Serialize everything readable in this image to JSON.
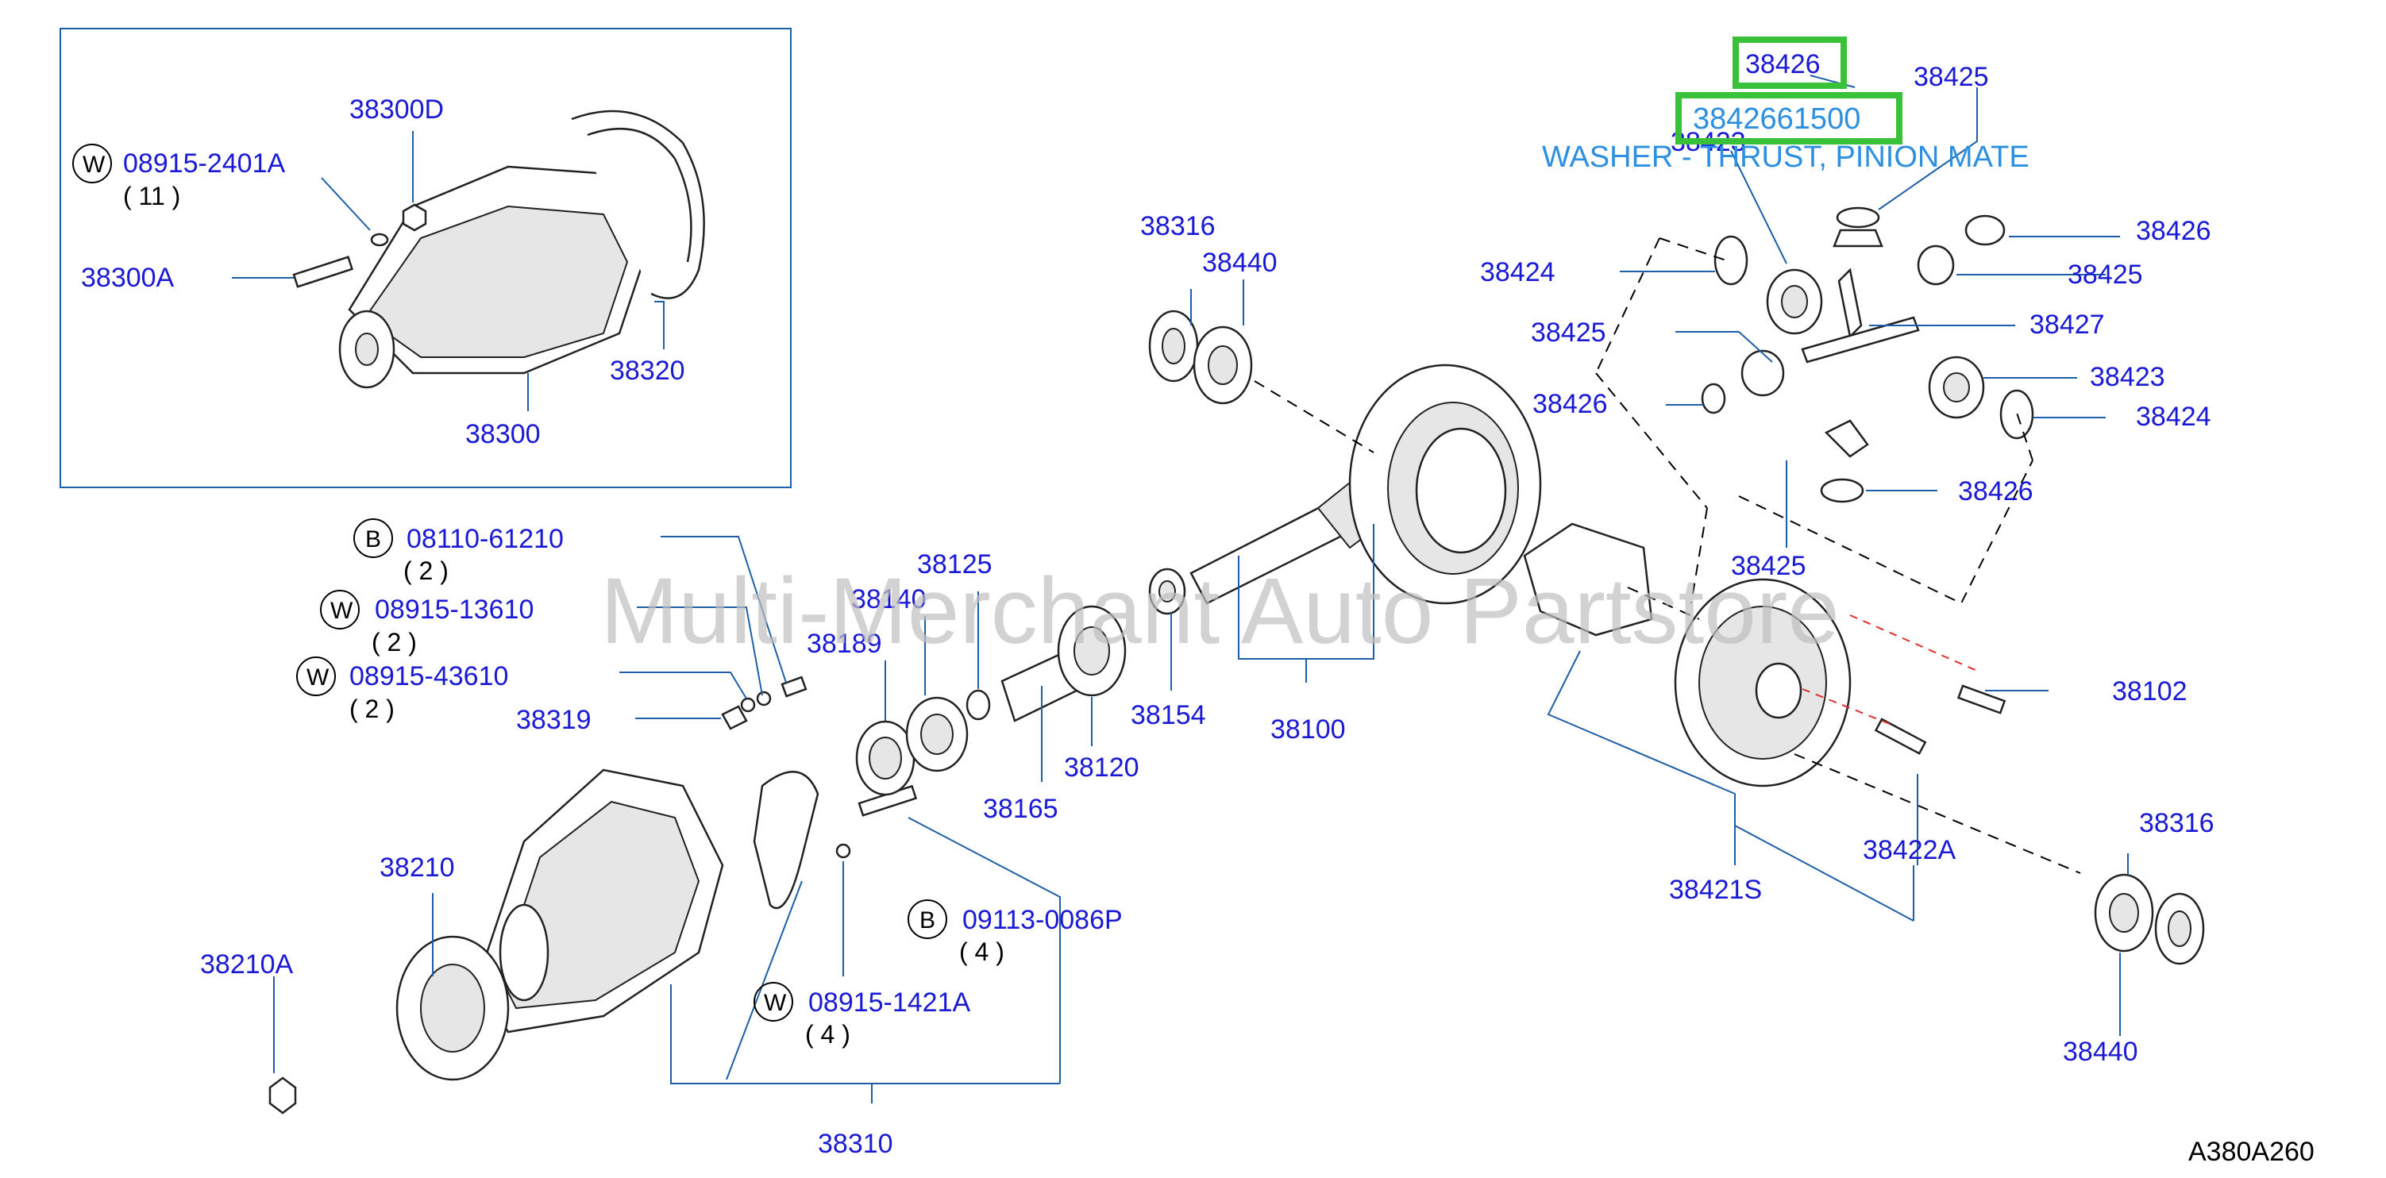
{
  "watermark": "Multi-Merchant Auto Partstore",
  "reference_code": "A380A260",
  "tooltip": {
    "part_number": "3842661500",
    "description": "WASHER - THRUST, PINION MATE"
  },
  "inset_labels": {
    "nut": "38300D",
    "washer_code": "08915-2401A",
    "washer_prefix": "W",
    "washer_qty": "(   11   )",
    "stud": "38300A",
    "cover_gasket": "38320",
    "carrier_assy": "38300"
  },
  "carrier_labels": {
    "bolt_code": "08110-61210",
    "bolt_prefix": "B",
    "bolt_qty": "(   2   )",
    "washer1_code": "08915-13610",
    "washer1_prefix": "W",
    "washer1_qty": "(   2   )",
    "washer2_code": "08915-43610",
    "washer2_prefix": "W",
    "washer2_qty": "(   2   )",
    "bracket": "38319",
    "bearing_race": "38189",
    "bearing_140": "38140",
    "seal_125": "38125",
    "spacer": "38165",
    "bearing_120": "38120",
    "washer_154": "38154",
    "gear_set": "38100",
    "carrier_case": "38210",
    "flange_nut": "38210A",
    "bolt2_code": "09113-0086P",
    "bolt2_prefix": "B",
    "bolt2_qty": "(   4   )",
    "washer3_code": "08915-1421A",
    "washer3_prefix": "W",
    "washer3_qty": "(   4   )",
    "carrier_assy": "38310"
  },
  "gear_labels": {
    "side_bearing_left": "38316",
    "side_bearing_race_left": "38440",
    "diff_case_bolt": "38102",
    "diff_case_assy": "38421S",
    "case_bolt": "38422A",
    "side_bearing_right": "38316",
    "side_bearing_race_right": "38440"
  },
  "diff_labels": {
    "thrust_washer_top_highlighted": "38426",
    "pinion_mate_top": "38425",
    "side_gear_top": "38423",
    "thrust_washer_right1": "38426",
    "pinion_mate_right": "38425",
    "side_gear_washer_left": "38424",
    "pinion_mate_left": "38425",
    "cross_shaft": "38427",
    "thrust_washer_left": "38426",
    "side_gear_right": "38423",
    "side_gear_washer_right": "38424",
    "thrust_washer_bottom": "38426",
    "pinion_mate_bottom": "38425"
  }
}
